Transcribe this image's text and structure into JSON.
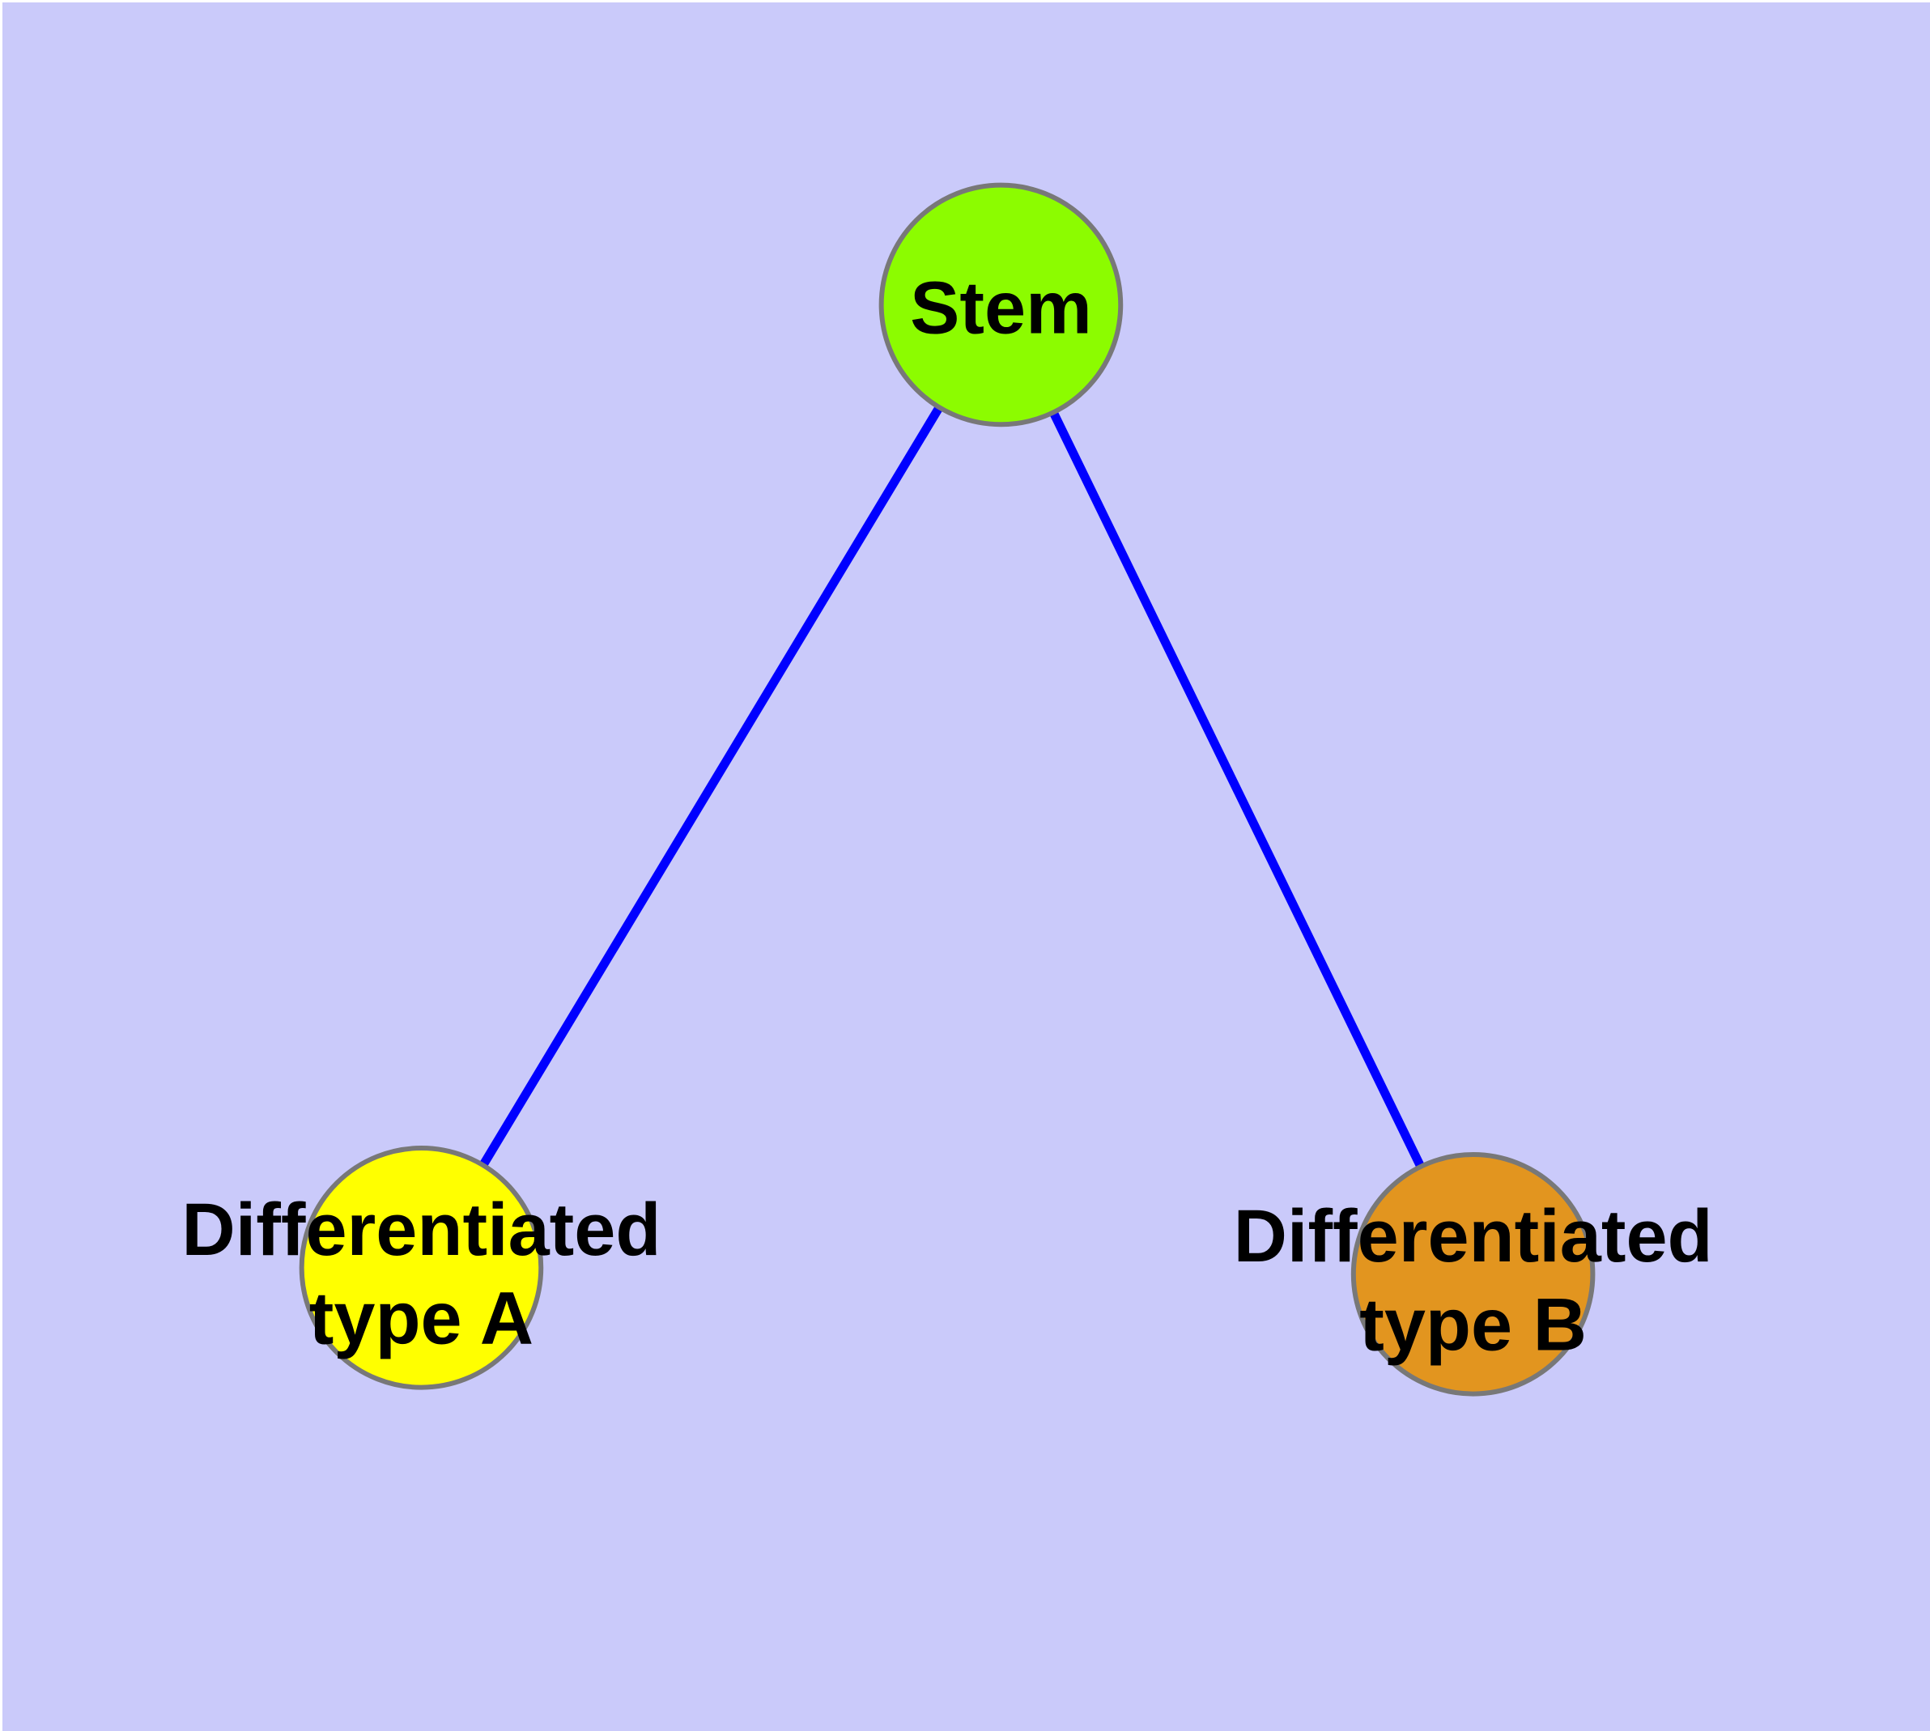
{
  "diagram": {
    "type": "graph",
    "background_color": "#CACAFA",
    "edge_color": "#0000FF",
    "node_border_color": "#787878",
    "label_color": "#000000",
    "nodes": [
      {
        "id": "stem",
        "label": "Stem",
        "label_line1": "Stem",
        "label_line2": "",
        "fill": "#8CFC00"
      },
      {
        "id": "type_a",
        "label": "Differentiated type A",
        "label_line1": "Differentiated",
        "label_line2": "type A",
        "fill": "#FFFF00"
      },
      {
        "id": "type_b",
        "label": "Differentiated type B",
        "label_line1": "Differentiated",
        "label_line2": "type B",
        "fill": "#E2951F"
      }
    ],
    "edges": [
      {
        "from": "Stem",
        "to": "Differentiated type A"
      },
      {
        "from": "Stem",
        "to": "Differentiated type B"
      }
    ]
  }
}
